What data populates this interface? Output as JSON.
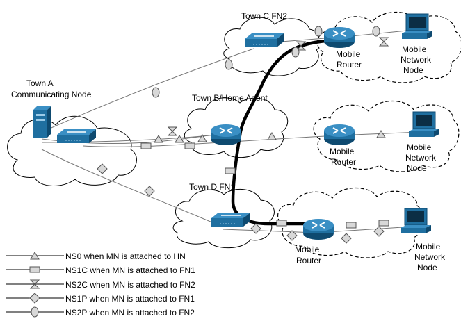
{
  "labels": {
    "town_a_line1": "Town A",
    "town_a_line2": "Communicating Node",
    "town_b": "Town B/Home Agent",
    "town_c": "Town C FN2",
    "town_d": "Town D FN1",
    "mr_top_1": "Mobile",
    "mr_top_2": "Router",
    "mr_mid_1": "Mobile",
    "mr_mid_2": "Router",
    "mr_bot_1": "Mobile",
    "mr_bot_2": "Router",
    "mnn_top_1": "Mobile",
    "mnn_top_2": "Network",
    "mnn_top_3": "Node",
    "mnn_mid_1": "Mobile",
    "mnn_mid_2": "Network",
    "mnn_mid_3": "Node",
    "mnn_bot_1": "Mobile",
    "mnn_bot_2": "Network",
    "mnn_bot_3": "Node"
  },
  "legend": [
    {
      "symbol": "triangle",
      "text": "NS0 when MN is attached to HN"
    },
    {
      "symbol": "rectangle",
      "text": "NS1C when MN is attached to FN1"
    },
    {
      "symbol": "hourglass",
      "text": "NS2C when MN is attached to FN2"
    },
    {
      "symbol": "diamond",
      "text": "NS1P when MN is attached to FN1"
    },
    {
      "symbol": "ellipse",
      "text": "NS2P when MN is attached to FN2"
    }
  ],
  "colors": {
    "device": "#1f6fa0",
    "device_dark": "#0e4a70",
    "marker_fill": "#d8d8d8",
    "line": "#777777",
    "path": "#000000"
  }
}
